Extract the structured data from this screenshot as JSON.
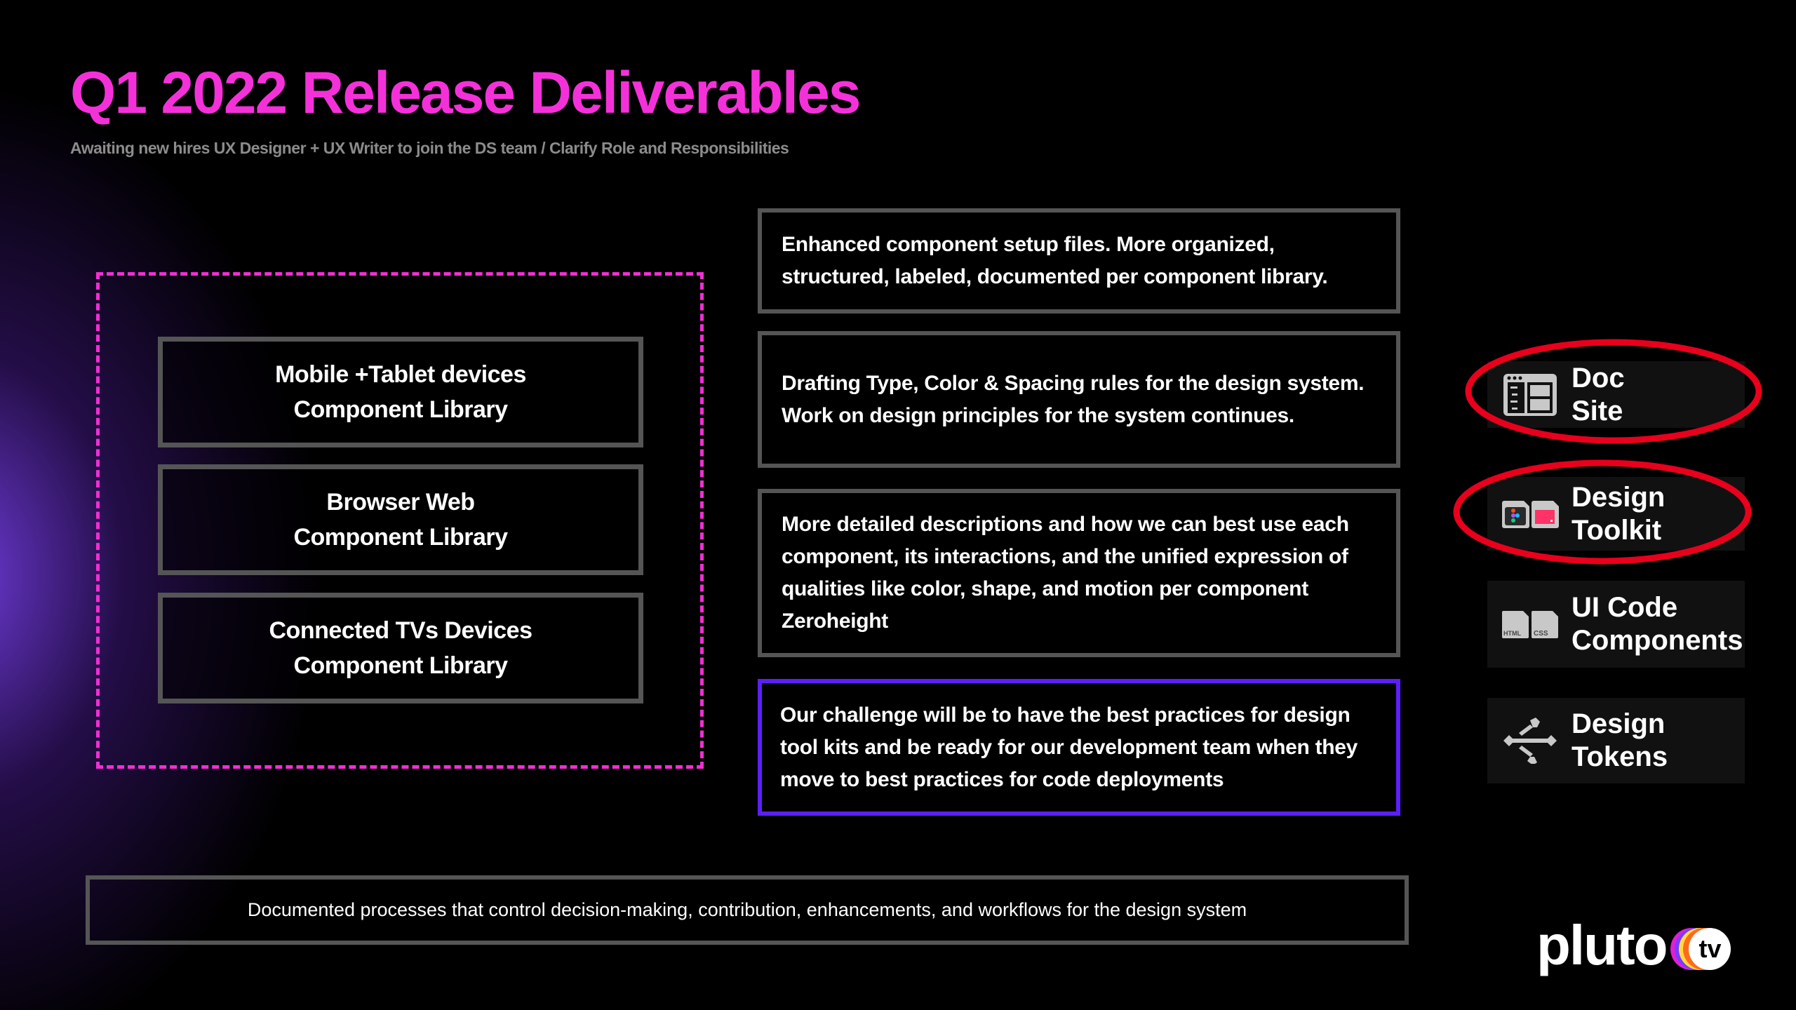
{
  "header": {
    "title": "Q1 2022 Release Deliverables",
    "subtitle": "Awaiting new hires UX Designer + UX Writer to join the DS team / Clarify Role and Responsibilities"
  },
  "libraries": [
    {
      "line1": "Mobile +Tablet devices",
      "line2": "Component Library"
    },
    {
      "line1": "Browser Web",
      "line2": "Component Library"
    },
    {
      "line1": "Connected TVs Devices",
      "line2": "Component Library"
    }
  ],
  "deliverables": [
    "Enhanced component setup files. More organized, structured, labeled, documented per component library.",
    "Drafting Type, Color & Spacing rules for the design system. Work on design principles for the system continues.",
    "More detailed descriptions and how we can best use each component, its interactions, and the unified expression of qualities like color, shape, and motion per component Zeroheight",
    "Our challenge will be to have the best practices for design tool kits and be ready for our development team when they move to best practices for code deployments"
  ],
  "footer_note": "Documented processes that control decision-making, contribution, enhancements, and workflows for the design system",
  "tiles": [
    {
      "line1": "Doc",
      "line2": "Site",
      "icon": "doc-site-icon",
      "circled": true
    },
    {
      "line1": "Design",
      "line2": "Toolkit",
      "icon": "figma-file-icon",
      "circled": true
    },
    {
      "line1": "UI Code",
      "line2": "Components",
      "icon": "html-css-file-icon",
      "circled": false,
      "icon_labels": [
        "HTML",
        "CSS"
      ]
    },
    {
      "line1": "Design",
      "line2": "Tokens",
      "icon": "tokens-icon",
      "circled": false
    }
  ],
  "logo": {
    "text": "pluto",
    "badge": "tv"
  },
  "colors": {
    "accent": "#f431d9",
    "highlight_border": "#5b1fff",
    "circle": "#e8001c",
    "box_border": "#555555"
  }
}
